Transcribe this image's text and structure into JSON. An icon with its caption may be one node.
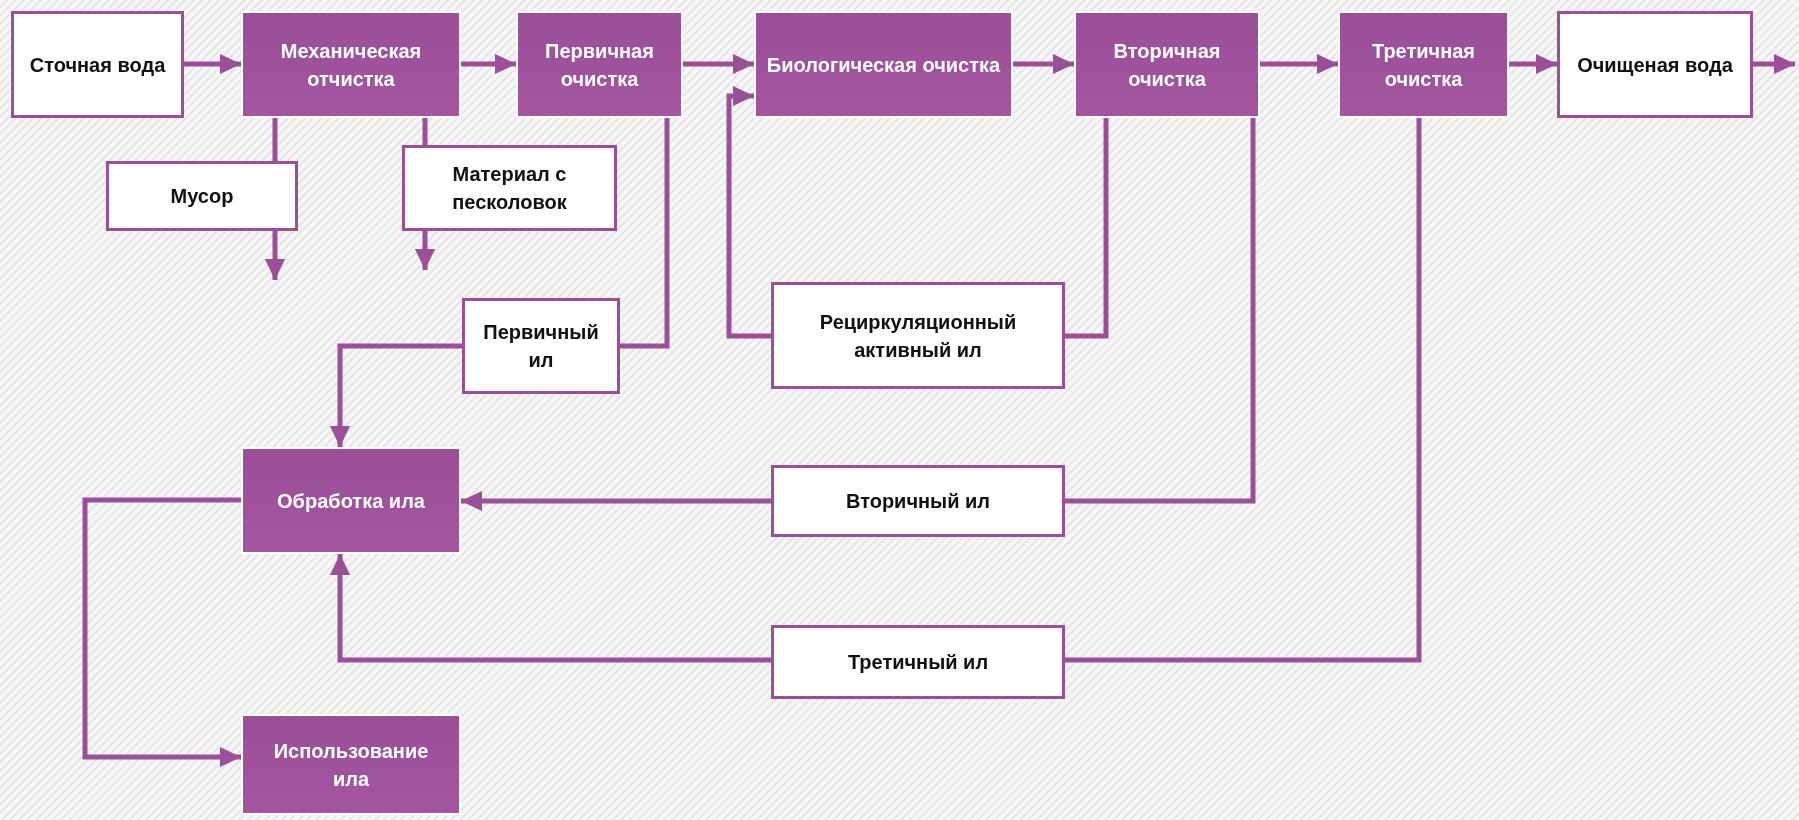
{
  "diagram": {
    "nodes": [
      {
        "text": [
          "Сточная вода"
        ]
      },
      {
        "text": [
          "Механическая отчистка"
        ]
      },
      {
        "text": [
          "Первичная очистка"
        ]
      },
      {
        "text": [
          "Биологическая очистка"
        ]
      },
      {
        "text": [
          "Вторичная очистка"
        ]
      },
      {
        "text": [
          "Третичная очистка"
        ]
      },
      {
        "text": [
          "Очищеная вода"
        ]
      },
      {
        "text": [
          "Мусор"
        ]
      },
      {
        "text": [
          "Материал с песколовок"
        ]
      },
      {
        "text": [
          "Первичный ил"
        ]
      },
      {
        "text": [
          "Рециркуляционный активный ил"
        ]
      },
      {
        "text": [
          "Обработка ила"
        ]
      },
      {
        "text": [
          "Вторичный ил"
        ]
      },
      {
        "text": [
          "Третичный ил"
        ]
      },
      {
        "text": [
          "Использование ила"
        ]
      }
    ],
    "edges": [
      {
        "from": 0,
        "to": 1,
        "arrow": "to"
      },
      {
        "from": 1,
        "to": 2,
        "arrow": "to"
      },
      {
        "from": 2,
        "to": 3,
        "arrow": "to"
      },
      {
        "from": 3,
        "to": 4,
        "arrow": "to"
      },
      {
        "from": 4,
        "to": 5,
        "arrow": "to"
      },
      {
        "from": 5,
        "to": 6,
        "arrow": "to"
      },
      {
        "from": 6,
        "to": null,
        "arrow": "to"
      },
      {
        "from": 1,
        "to": 7,
        "arrow": "none"
      },
      {
        "from": 7,
        "to": null,
        "arrow": "to"
      },
      {
        "from": 1,
        "to": 8,
        "arrow": "none"
      },
      {
        "from": 8,
        "to": null,
        "arrow": "to"
      },
      {
        "from": 2,
        "to": 9,
        "arrow": "none"
      },
      {
        "from": 9,
        "to": 11,
        "arrow": "to"
      },
      {
        "from": 4,
        "to": 10,
        "arrow": "none"
      },
      {
        "from": 10,
        "to": 3,
        "arrow": "to"
      },
      {
        "from": 4,
        "to": 12,
        "arrow": "none"
      },
      {
        "from": 12,
        "to": 11,
        "arrow": "to"
      },
      {
        "from": 5,
        "to": 13,
        "arrow": "none"
      },
      {
        "from": 13,
        "to": 11,
        "arrow": "to"
      },
      {
        "from": 11,
        "to": 14,
        "arrow": "to"
      }
    ]
  }
}
